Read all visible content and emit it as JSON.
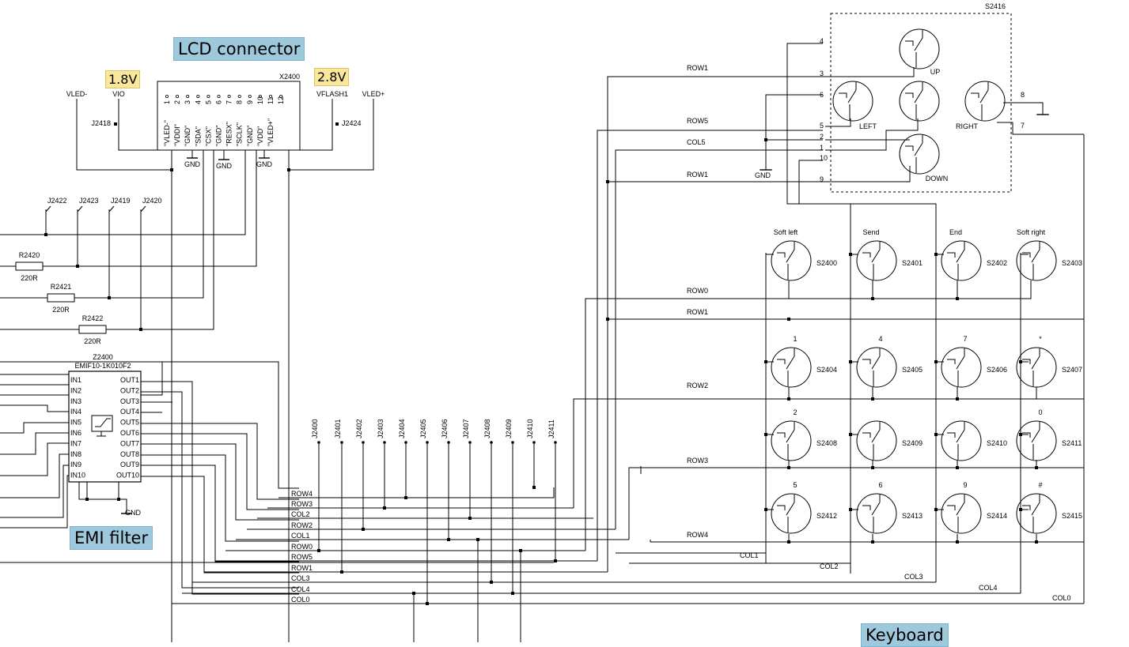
{
  "titles": {
    "lcd": "LCD connector",
    "emi": "EMI filter",
    "keyboard": "Keyboard"
  },
  "voltages": {
    "v18": "1.8V",
    "v28": "2.8V"
  },
  "lcd": {
    "ref": "X2400",
    "pins": [
      "1",
      "2",
      "3",
      "4",
      "5",
      "6",
      "7",
      "8",
      "9",
      "10",
      "11",
      "12"
    ],
    "signals": [
      "\"VLED-\"",
      "\"VDDI\"",
      "\"GND\"",
      "\"SDA\"",
      "\"CSX\"",
      "\"GND\"",
      "\"RESX\"",
      "\"SCLK\"",
      "\"GND\"",
      "\"VDD\"",
      "\"VLED+\""
    ],
    "nets": {
      "vled_minus": "VLED-",
      "vio": "VIO",
      "vflash1": "VFLASH1",
      "vled_plus": "VLED+"
    },
    "jumpers": {
      "j2418": "J2418",
      "j2424": "J2424"
    },
    "gnd": "GND"
  },
  "test_points": [
    "J2422",
    "J2423",
    "J2419",
    "J2420"
  ],
  "resistors": [
    {
      "ref": "R2420",
      "value": "220R"
    },
    {
      "ref": "R2421",
      "value": "220R"
    },
    {
      "ref": "R2422",
      "value": "220R"
    }
  ],
  "emi": {
    "ref": "Z2400",
    "part": "EMIF10-1K010F2",
    "inputs": [
      "IN1",
      "IN2",
      "IN3",
      "IN4",
      "IN5",
      "IN6",
      "IN7",
      "IN8",
      "IN9",
      "IN10"
    ],
    "outputs": [
      "OUT1",
      "OUT2",
      "OUT3",
      "OUT4",
      "OUT5",
      "OUT6",
      "OUT7",
      "OUT8",
      "OUT9",
      "OUT10"
    ],
    "gnd": "GND"
  },
  "kb_jumpers": [
    "J2400",
    "J2401",
    "J2402",
    "J2403",
    "J2404",
    "J2405",
    "J2406",
    "J2407",
    "J2408",
    "J2409",
    "J2410",
    "J2411"
  ],
  "bus_nets": [
    "ROW4",
    "ROW3",
    "COL2",
    "ROW2",
    "COL1",
    "ROW0",
    "ROW5",
    "ROW1",
    "COL3",
    "COL4",
    "COL0"
  ],
  "nav": {
    "ref": "S2416",
    "up": "UP",
    "left": "LEFT",
    "right": "RIGHT",
    "down": "DOWN",
    "pins": [
      "4",
      "3",
      "6",
      "5",
      "2",
      "1",
      "10",
      "9",
      "8",
      "7"
    ],
    "gnd": "GND"
  },
  "net_labels": {
    "row1a": "ROW1",
    "row5": "ROW5",
    "col5": "COL5",
    "row1b": "ROW1",
    "row0": "ROW0",
    "row1c": "ROW1",
    "row2": "ROW2",
    "row3": "ROW3",
    "row4": "ROW4",
    "col1": "COL1",
    "col2": "COL2",
    "col3": "COL3",
    "col4": "COL4",
    "col0": "COL0"
  },
  "keys": [
    {
      "ref": "S2400",
      "label": "Soft left"
    },
    {
      "ref": "S2401",
      "label": "Send"
    },
    {
      "ref": "S2402",
      "label": "End"
    },
    {
      "ref": "S2403",
      "label": "Soft right"
    },
    {
      "ref": "S2404",
      "label": "1"
    },
    {
      "ref": "S2405",
      "label": "4"
    },
    {
      "ref": "S2406",
      "label": "7"
    },
    {
      "ref": "S2407",
      "label": "*"
    },
    {
      "ref": "S2408",
      "label": "2"
    },
    {
      "ref": "S2409",
      "label": ""
    },
    {
      "ref": "S2410",
      "label": ""
    },
    {
      "ref": "S2411",
      "label": "0"
    },
    {
      "ref": "S2412",
      "label": "5"
    },
    {
      "ref": "S2413",
      "label": "6"
    },
    {
      "ref": "S2414",
      "label": "9"
    },
    {
      "ref": "S2415",
      "label": "#"
    }
  ]
}
